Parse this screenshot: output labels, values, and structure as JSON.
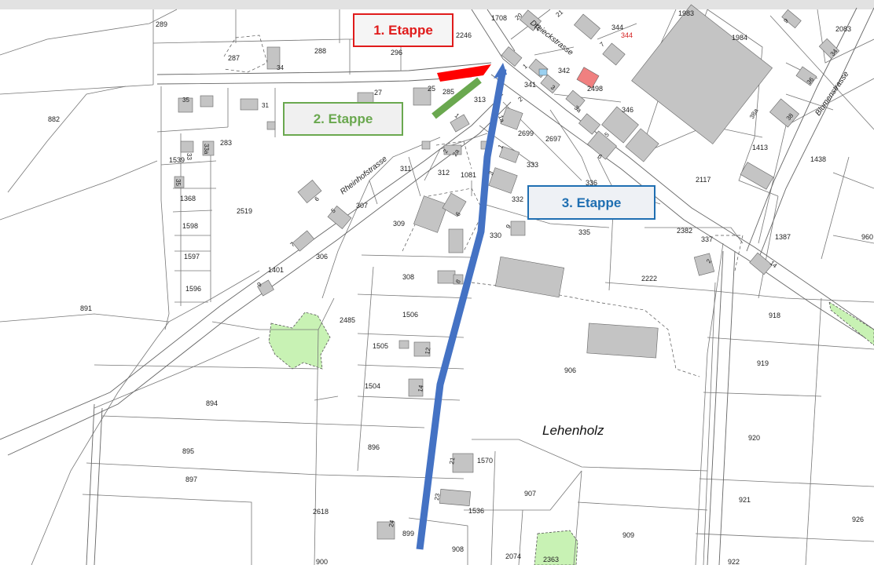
{
  "map": {
    "place_name": "Lehenholz",
    "streets": {
      "rheinhof": "Rheinhofstrasse",
      "dreieck": "Dreieckstrasse",
      "blumen": "Blumenstrasse"
    },
    "stages": [
      {
        "id": "stage-1",
        "label": "1. Etappe",
        "color": "#e01b1b"
      },
      {
        "id": "stage-2",
        "label": "2. Etappe",
        "color": "#6aa84f"
      },
      {
        "id": "stage-3",
        "label": "3. Etappe",
        "color": "#1f6fb2"
      }
    ],
    "route_colors": {
      "red": "#ff0000",
      "green": "#6aa84f",
      "blue": "#4472c4"
    },
    "parcels": {
      "p289": "289",
      "p287": "287",
      "p288": "288",
      "p296": "296",
      "p2246": "2246",
      "p1708": "1708",
      "p344": "344",
      "p1983": "1983",
      "p2083": "2083",
      "p1984": "1984",
      "p342": "342",
      "p341": "341",
      "p2498": "2498",
      "p35": "35",
      "p31": "31",
      "p27": "27",
      "p25": "25",
      "p285": "285",
      "p313": "313",
      "p882": "882",
      "p346": "346",
      "p2699": "2699",
      "p2697": "2697",
      "p1413": "1413",
      "p1438": "1438",
      "p283": "283",
      "p1539": "1539",
      "p333": "333",
      "p311": "311",
      "p312": "312",
      "p1081": "1081",
      "p336": "336",
      "p2117": "2117",
      "p1368": "1368",
      "p2519": "2519",
      "p307": "307",
      "p332": "332",
      "p1598": "1598",
      "p309": "309",
      "p330": "330",
      "p335": "335",
      "p2382": "2382",
      "p337": "337",
      "p1387": "1387",
      "p960": "960",
      "p1597": "1597",
      "p306": "306",
      "p1401": "1401",
      "p308": "308",
      "p2222": "2222",
      "p1596": "1596",
      "p891": "891",
      "p918": "918",
      "p1506": "1506",
      "p2485": "2485",
      "p1505": "1505",
      "p919": "919",
      "p906": "906",
      "p1504": "1504",
      "p894": "894",
      "p920": "920",
      "p895": "895",
      "p896": "896",
      "p1570": "1570",
      "p897": "897",
      "p907": "907",
      "p921": "921",
      "p2618": "2618",
      "p1536": "1536",
      "p926": "926",
      "p909": "909",
      "p899": "899",
      "p908": "908",
      "p2074": "2074",
      "p2363": "2363",
      "p900": "900",
      "p922": "922"
    },
    "houses": {
      "h34": "34",
      "h35": "35",
      "h33": "33",
      "h33a": "33a",
      "h31": "31",
      "h1": "1",
      "h1a": "1a",
      "h3": "3",
      "h3a": "3a",
      "h5": "5",
      "h6": "6",
      "h9": "9",
      "h7": "7",
      "h23": "23",
      "h21": "21",
      "h20": "20",
      "h2": "2",
      "h2a": "2a",
      "h38": "38",
      "h38a": "38a",
      "h36": "36",
      "h14": "14",
      "h8": "8",
      "h12": "12",
      "h24": "24"
    }
  }
}
